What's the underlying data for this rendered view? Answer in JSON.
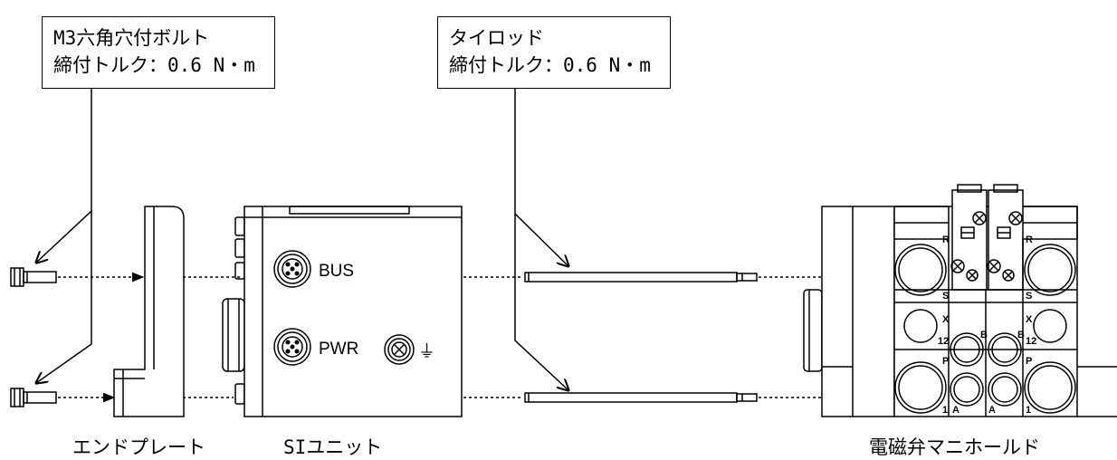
{
  "callouts": {
    "bolt": {
      "line1": "M3六角穴付ボルト",
      "line2": "締付トルク：0.6 N・m"
    },
    "tierod": {
      "line1": "タイロッド",
      "line2": "締付トルク：0.6 N・m"
    }
  },
  "labels": {
    "end_plate": "エンドプレート",
    "si_unit": "SIユニット",
    "manifold": "電磁弁マニホールド"
  },
  "si_unit": {
    "bus_label": "BUS",
    "pwr_label": "PWR",
    "ground_symbol": "⏚"
  },
  "manifold": {
    "port_marks": [
      "R",
      "S",
      "X",
      "12",
      "P",
      "1",
      "B",
      "A"
    ]
  }
}
